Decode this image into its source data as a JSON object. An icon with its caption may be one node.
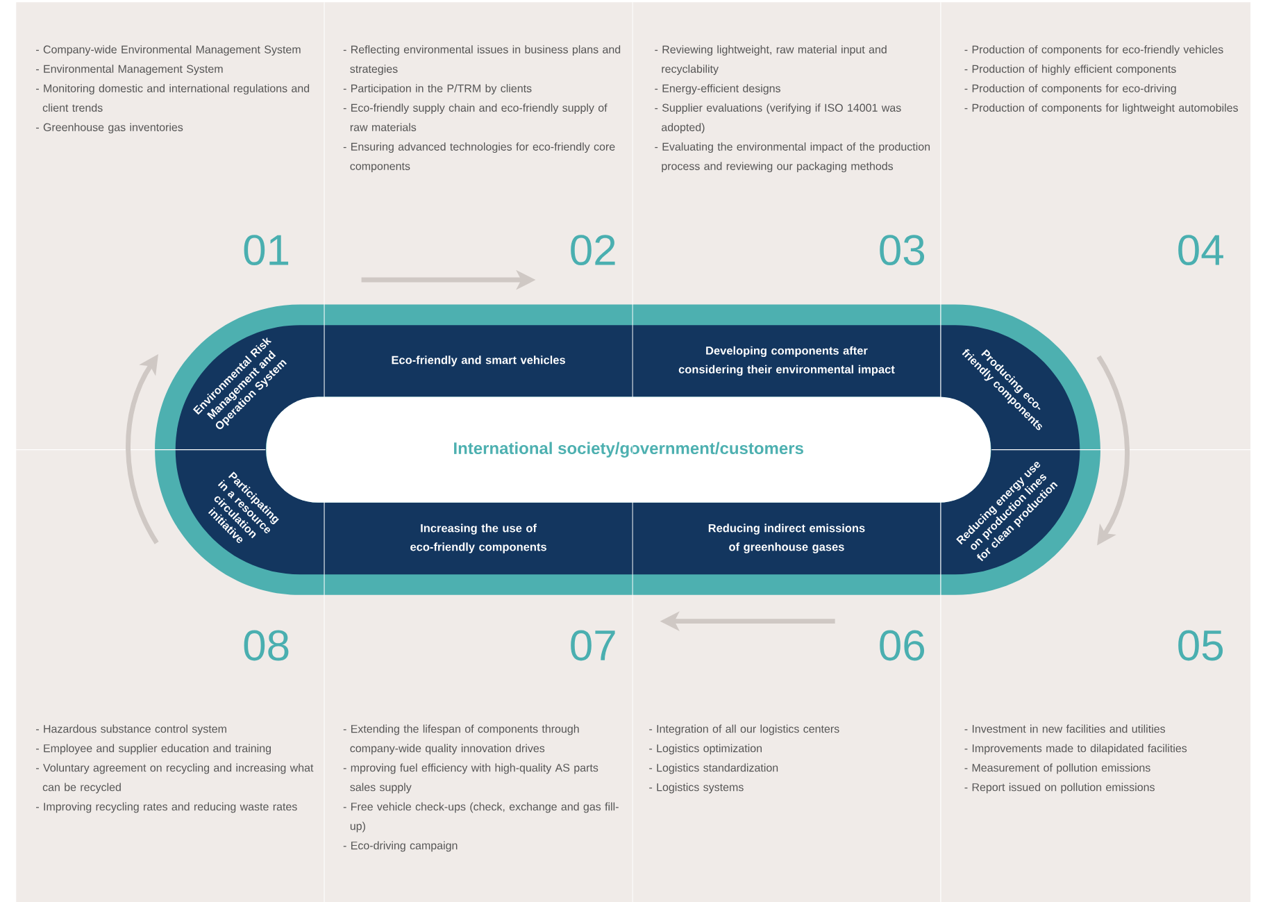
{
  "diagram": {
    "nodes": [
      {
        "text": [
          "Environmental Risk Management and Operation System"
        ],
        "beside": [
          "01",
          "- Company-wide Environmental Management System",
          "- Environmental Management System",
          "- Monitoring domestic and international regulations and client trends",
          "- Greenhouse gas inventories"
        ]
      },
      {
        "text": [
          "Eco-friendly and smart vehicles"
        ],
        "beside": [
          "02",
          "- Reflecting environmental issues in business plans and strategies",
          "- Participation in the P/TRM by clients",
          "- Eco-friendly supply chain and eco-friendly supply of raw materials",
          "- Ensuring advanced technologies for eco-friendly core components"
        ]
      },
      {
        "text": [
          "Developing components after considering their environmental impact"
        ],
        "beside": [
          "03",
          "- Reviewing lightweight, raw material input and recyclability",
          "- Energy-efficient designs",
          "- Supplier evaluations (verifying if ISO 14001 was adopted)",
          "- Evaluating the environmental impact of the production process and reviewing our packaging methods"
        ]
      },
      {
        "text": [
          "Producing eco-friendly components"
        ],
        "beside": [
          "04",
          "- Production of components for eco-friendly vehicles",
          "- Production of highly efficient components",
          "- Production of components for eco-driving",
          "- Production of components for lightweight automobiles"
        ]
      },
      {
        "text": [
          "Reducing energy use on production lines for clean production"
        ],
        "beside": [
          "05",
          "- Investment in new facilities and utilities",
          "- Improvements made to dilapidated facilities",
          "- Measurement of pollution emissions",
          "- Report issued on pollution emissions"
        ]
      },
      {
        "text": [
          "Reducing indirect emissions of greenhouse gases"
        ],
        "beside": [
          "06",
          "- Integration of all our logistics centers",
          "- Logistics optimization",
          "-  Logistics standardization",
          "- Logistics systems"
        ]
      },
      {
        "text": [
          "Increasing the use of eco-friendly components"
        ],
        "beside": [
          "07",
          "- Extending the lifespan of components through company-wide quality innovation drives",
          "- mproving fuel efficiency with high-quality AS parts sales supply",
          "- Free vehicle check-ups (check, exchange and gas fill-up)",
          "- Eco-driving campaign"
        ]
      },
      {
        "text": [
          "Participating in a resource circulation initiative"
        ],
        "beside": [
          "08",
          "- Hazardous substance control system",
          "- Employee and supplier education and training",
          "- Voluntary agreement on recycling and increasing what can be recycled",
          "- Improving recycling rates and reducing waste rates"
        ]
      },
      {
        "text": [
          "International society/government/customers"
        ]
      }
    ]
  }
}
